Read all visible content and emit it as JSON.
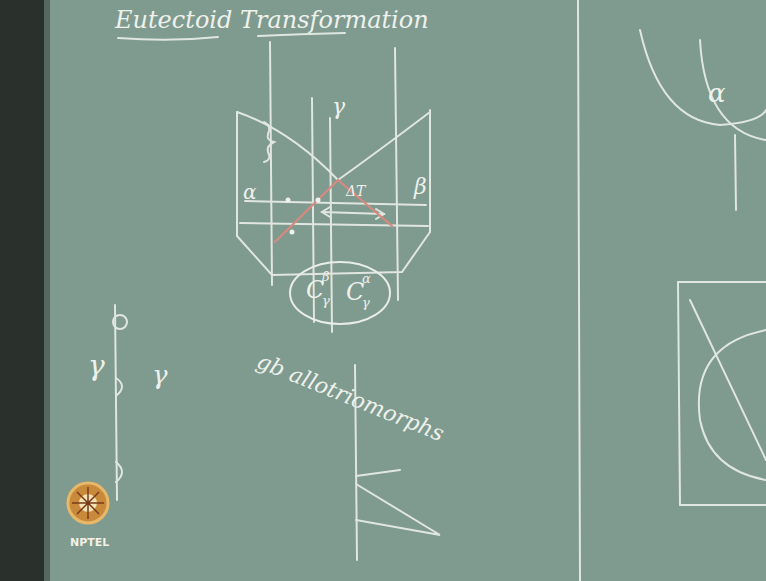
{
  "diagram": {
    "title": "Eutectoid Transformation",
    "nodes": [
      {
        "text": [
          "C",
          "β",
          "γ",
          "C",
          "α",
          "γ"
        ]
      }
    ],
    "labels": [
      "γ",
      "α",
      "β",
      "ΔT",
      "γ",
      "γ",
      "gb allotriomorphs",
      "α",
      "NPTEL"
    ]
  }
}
